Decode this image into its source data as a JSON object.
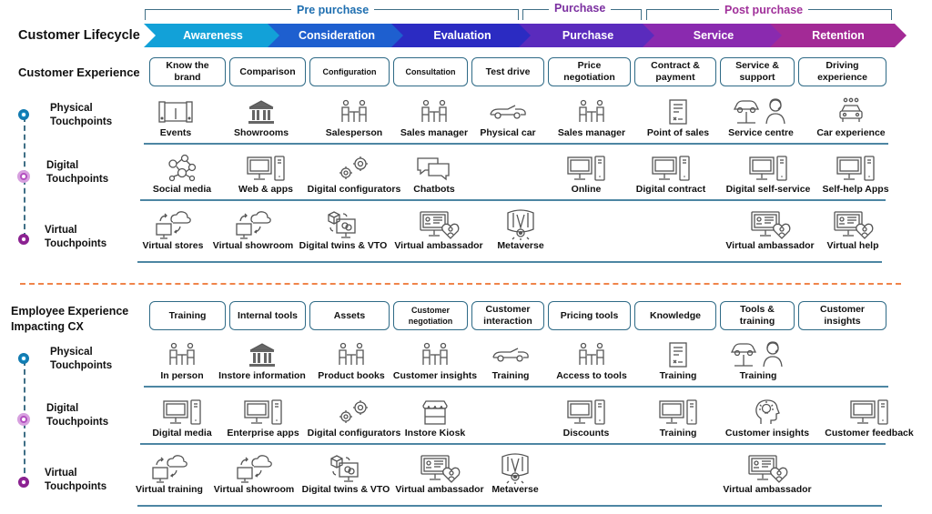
{
  "phases": [
    {
      "label": "Pre purchase",
      "color": "#1f6fb0"
    },
    {
      "label": "Purchase",
      "color": "#7b2fa0"
    },
    {
      "label": "Post purchase",
      "color": "#a0309a"
    }
  ],
  "lifecycle": {
    "title": "Customer Lifecycle",
    "stages": [
      {
        "label": "Awareness",
        "color": "#12a1d8"
      },
      {
        "label": "Consideration",
        "color": "#1e5fcf"
      },
      {
        "label": "Evaluation",
        "color": "#2b2bc2"
      },
      {
        "label": "Purchase",
        "color": "#5a2bbd"
      },
      {
        "label": "Service",
        "color": "#8a2aaf"
      },
      {
        "label": "Retention",
        "color": "#a32a96"
      }
    ]
  },
  "customer": {
    "title": "Customer Experience",
    "cards": [
      "Know the brand",
      "Comparison",
      "Configuration",
      "Consultation",
      "Test drive",
      "Price negotiation",
      "Contract & payment",
      "Service & support",
      "Driving experience"
    ],
    "physical": {
      "label": "Physical Touchpoints",
      "items": [
        {
          "label": "Events",
          "icon": "stage-event-icon"
        },
        {
          "label": "Showrooms",
          "icon": "building-icon"
        },
        {
          "label": "Salesperson",
          "icon": "meeting-icon"
        },
        {
          "label": "Sales manager",
          "icon": "meeting-icon"
        },
        {
          "label": "Physical car",
          "icon": "convertible-car-icon"
        },
        {
          "label": "Sales manager",
          "icon": "meeting-icon"
        },
        {
          "label": "Point of sales",
          "icon": "contract-icon"
        },
        {
          "label": "Service centre",
          "icon": "car-lift-support-icon"
        },
        {
          "label": "Car experience",
          "icon": "car-icon"
        }
      ]
    },
    "digital": {
      "label": "Digital Touchpoints",
      "items": [
        {
          "label": "Social media",
          "icon": "social-network-icon"
        },
        {
          "label": "Web & apps",
          "icon": "desktop-computer-icon"
        },
        {
          "label": "Digital configurators",
          "icon": "gears-icon"
        },
        {
          "label": "Chatbots",
          "icon": "chat-bubbles-icon"
        },
        {
          "label": "Online",
          "icon": "desktop-computer-icon"
        },
        {
          "label": "Digital contract",
          "icon": "desktop-computer-icon"
        },
        {
          "label": "Digital self-service",
          "icon": "desktop-computer-icon"
        },
        {
          "label": "Self-help Apps",
          "icon": "desktop-computer-icon"
        }
      ]
    },
    "virtual": {
      "label": "Virtual Touchpoints",
      "items": [
        {
          "label": "Virtual stores",
          "icon": "cloud-computer-icon"
        },
        {
          "label": "Virtual showroom",
          "icon": "cloud-computer-icon"
        },
        {
          "label": "Digital twins & VTO",
          "icon": "digital-twin-icon"
        },
        {
          "label": "Virtual ambassador",
          "icon": "virtual-ambassador-icon"
        },
        {
          "label": "Metaverse",
          "icon": "metaverse-icon"
        },
        {
          "label": "Virtual ambassador",
          "icon": "virtual-ambassador-icon"
        },
        {
          "label": "Virtual help",
          "icon": "virtual-ambassador-icon"
        }
      ]
    }
  },
  "employee": {
    "title": "Employee Experience Impacting CX",
    "cards": [
      "Training",
      "Internal tools",
      "Assets",
      "Customer negotiation",
      "Customer interaction",
      "Pricing tools",
      "Knowledge",
      "Tools & training",
      "Customer insights"
    ],
    "physical": {
      "label": "Physical Touchpoints",
      "items": [
        {
          "label": "In person",
          "icon": "meeting-icon"
        },
        {
          "label": "Instore information",
          "icon": "building-icon"
        },
        {
          "label": "Product books",
          "icon": "meeting-icon"
        },
        {
          "label": "Customer insights",
          "icon": "meeting-icon"
        },
        {
          "label": "Training",
          "icon": "convertible-car-icon"
        },
        {
          "label": "Access to tools",
          "icon": "meeting-icon"
        },
        {
          "label": "Training",
          "icon": "contract-icon"
        },
        {
          "label": "Training",
          "icon": "car-lift-support-icon"
        }
      ]
    },
    "digital": {
      "label": "Digital Touchpoints",
      "items": [
        {
          "label": "Digital media",
          "icon": "desktop-computer-icon"
        },
        {
          "label": "Enterprise apps",
          "icon": "desktop-computer-icon"
        },
        {
          "label": "Digital configurators",
          "icon": "gears-icon"
        },
        {
          "label": "Instore Kiosk",
          "icon": "kiosk-icon"
        },
        {
          "label": "Discounts",
          "icon": "desktop-computer-icon"
        },
        {
          "label": "Training",
          "icon": "desktop-computer-icon"
        },
        {
          "label": "Customer insights",
          "icon": "head-lightbulb-icon"
        },
        {
          "label": "Customer feedback",
          "icon": "desktop-computer-icon"
        }
      ]
    },
    "virtual": {
      "label": "Virtual Touchpoints",
      "items": [
        {
          "label": "Virtual training",
          "icon": "cloud-computer-icon"
        },
        {
          "label": "Virtual showroom",
          "icon": "cloud-computer-icon"
        },
        {
          "label": "Digital twins & VTO",
          "icon": "digital-twin-icon"
        },
        {
          "label": "Virtual ambassador",
          "icon": "virtual-ambassador-icon"
        },
        {
          "label": "Metaverse",
          "icon": "metaverse-icon"
        },
        {
          "label": "Virtual ambassador",
          "icon": "virtual-ambassador-icon"
        }
      ]
    }
  }
}
